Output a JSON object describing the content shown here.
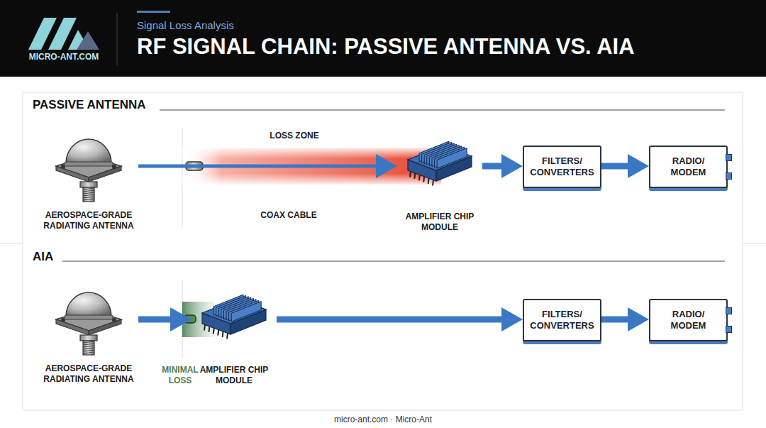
{
  "diagram": {
    "title": "RF SIGNAL CHAIN: PASSIVE ANTENNA VS. AIA",
    "caption": "micro-ant.com · Micro-Ant",
    "nodes": [
      {
        "text": [
          "AEROSPACE-GRADE RADIATING ANTENNA"
        ]
      },
      {
        "text": [
          "AMPLIFIER CHIP MODULE"
        ]
      },
      {
        "text": [
          "FILTERS/ CONVERTERS"
        ]
      },
      {
        "text": [
          "RADIO/ MODEM"
        ]
      },
      {
        "text": [
          "AEROSPACE-GRADE RADIATING ANTENNA"
        ]
      },
      {
        "text": [
          "AMPLIFIER CHIP MODULE"
        ]
      },
      {
        "text": [
          "FILTERS/ CONVERTERS"
        ]
      },
      {
        "text": [
          "RADIO/ MODEM"
        ]
      }
    ],
    "edges": [
      {
        "from": 0,
        "to": 1,
        "arrow": "to"
      },
      {
        "from": 1,
        "to": 2,
        "arrow": "to"
      },
      {
        "from": 2,
        "to": 3,
        "arrow": "to"
      },
      {
        "from": 4,
        "to": 5,
        "arrow": "to"
      },
      {
        "from": 5,
        "to": 6,
        "arrow": "to"
      },
      {
        "from": 6,
        "to": 7,
        "arrow": "to"
      }
    ],
    "labels": [
      "MICRO-ANT.COM",
      "Signal Loss Analysis",
      "PASSIVE ANTENNA",
      "LOSS ZONE",
      "COAX CABLE",
      "AIA",
      "MINIMAL LOSS"
    ]
  }
}
